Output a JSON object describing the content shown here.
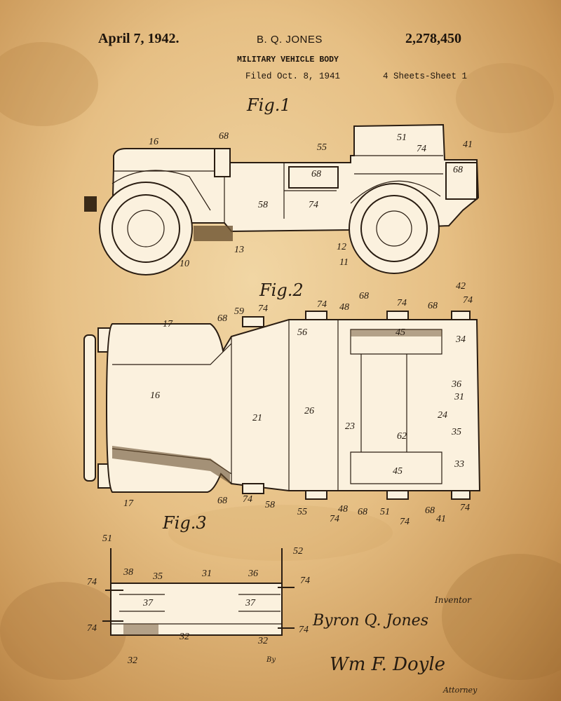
{
  "header": {
    "date": "April 7, 1942.",
    "inventor_name": "B. Q. JONES",
    "patent_number": "2,278,450",
    "title": "MILITARY VEHICLE BODY",
    "filed": "Filed Oct. 8, 1941",
    "sheets": "4 Sheets-Sheet 1"
  },
  "figures": {
    "fig1": "Fig.1",
    "fig2": "Fig.2",
    "fig3": "Fig.3"
  },
  "fig1_labels": [
    "16",
    "68",
    "55",
    "51",
    "74",
    "41",
    "68",
    "68",
    "58",
    "74",
    "13",
    "12",
    "10",
    "11"
  ],
  "fig2_labels": [
    "17",
    "59",
    "74",
    "68",
    "74",
    "48",
    "68",
    "74",
    "68",
    "74",
    "42",
    "56",
    "45",
    "34",
    "16",
    "21",
    "26",
    "23",
    "62",
    "36",
    "31",
    "24",
    "35",
    "45",
    "33",
    "17",
    "68",
    "74",
    "58",
    "55",
    "74",
    "48",
    "68",
    "51",
    "74",
    "68",
    "41",
    "74"
  ],
  "fig3_labels": [
    "51",
    "52",
    "38",
    "35",
    "31",
    "36",
    "74",
    "74",
    "37",
    "37",
    "74",
    "32",
    "32",
    "74",
    "32"
  ],
  "signature": {
    "inventor_caption": "Inventor",
    "inventor_signature": "Byron Q. Jones",
    "attorney_signature": "Wm F. Doyle",
    "attorney_caption": "Attorney",
    "witness_mark": "By"
  },
  "colors": {
    "paper_light": "#f1d6a4",
    "paper_dark": "#a87338",
    "ink": "#2a1d12",
    "drawing_fill": "#fbf1de"
  }
}
